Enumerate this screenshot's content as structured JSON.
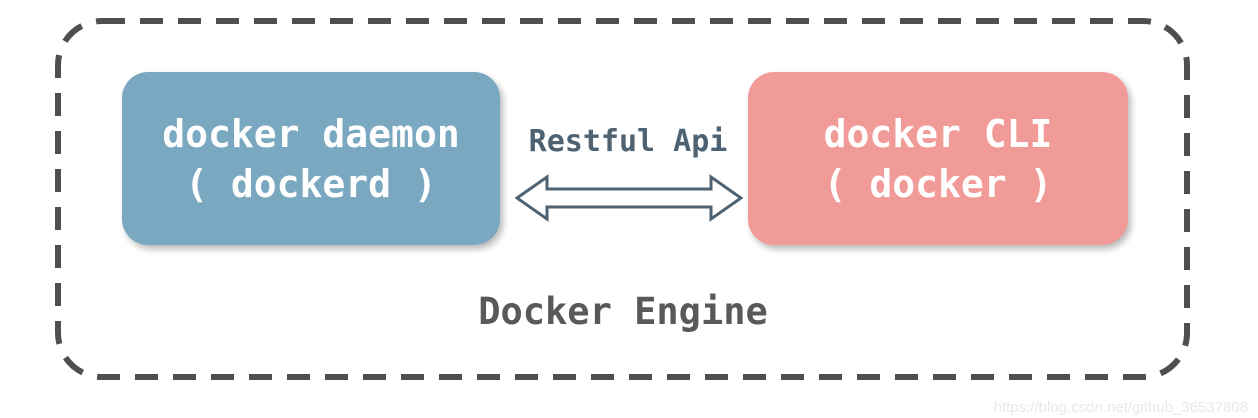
{
  "diagram": {
    "engine_label": "Docker Engine",
    "daemon_box": {
      "line1": "docker daemon",
      "line2": "( dockerd )"
    },
    "cli_box": {
      "line1": "docker CLI",
      "line2": "( docker )"
    },
    "connection_label": "Restful Api"
  },
  "watermark": "https://blog.csdn.net/github_36537808",
  "colors": {
    "daemon_box_bg": "#7AA8C0",
    "cli_box_bg": "#F19B98",
    "dashed_border": "#4F4F4F",
    "engine_label_text": "#595959",
    "connection_label_text": "#4E6272",
    "box_text": "#FFFFFF",
    "watermark_text": "#E9E9E9"
  }
}
